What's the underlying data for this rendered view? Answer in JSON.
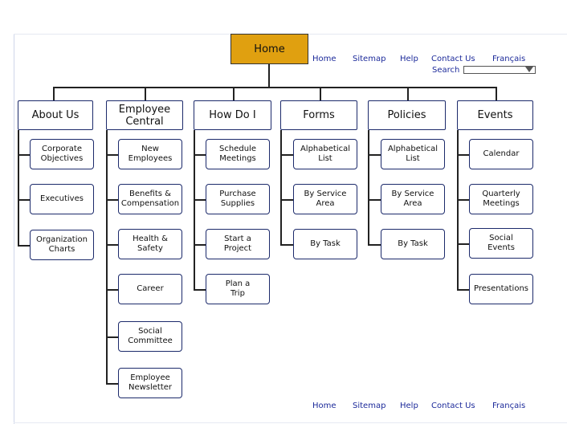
{
  "home": {
    "label": "Home"
  },
  "top_nav": [
    {
      "label": "Home"
    },
    {
      "label": "Sitemap"
    },
    {
      "label": "Help"
    },
    {
      "label": "Contact Us"
    },
    {
      "label": "Français"
    }
  ],
  "search": {
    "label": "Search",
    "value": ""
  },
  "bottom_nav": [
    {
      "label": "Home"
    },
    {
      "label": "Sitemap"
    },
    {
      "label": "Help"
    },
    {
      "label": "Contact Us"
    },
    {
      "label": "Français"
    }
  ],
  "categories": [
    {
      "label": "About Us",
      "children": [
        {
          "label": "Corporate\nObjectives"
        },
        {
          "label": "Executives"
        },
        {
          "label": "Organization\nCharts"
        }
      ]
    },
    {
      "label": "Employee\nCentral",
      "children": [
        {
          "label": "New\nEmployees"
        },
        {
          "label": "Benefits &\nCompensation"
        },
        {
          "label": "Health &\nSafety"
        },
        {
          "label": "Career"
        },
        {
          "label": "Social\nCommittee"
        },
        {
          "label": "Employee\nNewsletter"
        }
      ]
    },
    {
      "label": "How Do I",
      "children": [
        {
          "label": "Schedule\nMeetings"
        },
        {
          "label": "Purchase\nSupplies"
        },
        {
          "label": "Start a\nProject"
        },
        {
          "label": "Plan a\nTrip"
        }
      ]
    },
    {
      "label": "Forms",
      "children": [
        {
          "label": "Alphabetical\nList"
        },
        {
          "label": "By Service\nArea"
        },
        {
          "label": "By Task"
        }
      ]
    },
    {
      "label": "Policies",
      "children": [
        {
          "label": "Alphabetical\nList"
        },
        {
          "label": "By Service\nArea"
        },
        {
          "label": "By Task"
        }
      ]
    },
    {
      "label": "Events",
      "children": [
        {
          "label": "Calendar"
        },
        {
          "label": "Quarterly\nMeetings"
        },
        {
          "label": "Social\nEvents"
        },
        {
          "label": "Presentations"
        }
      ]
    }
  ]
}
